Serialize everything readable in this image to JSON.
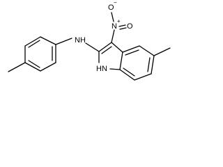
{
  "molecule": {
    "atoms": {
      "amine_n": {
        "symbol": "N",
        "hydrogen": "H"
      },
      "nitro_n": {
        "symbol": "N",
        "charge": "+"
      },
      "nitro_o_top": {
        "symbol": "O",
        "charge": "−"
      },
      "nitro_o_side": {
        "symbol": "O"
      },
      "ring_nh": {
        "symbol": "N",
        "hydrogen": "H"
      }
    }
  },
  "colors": {
    "bond": "#000000",
    "background": "#ffffff"
  }
}
